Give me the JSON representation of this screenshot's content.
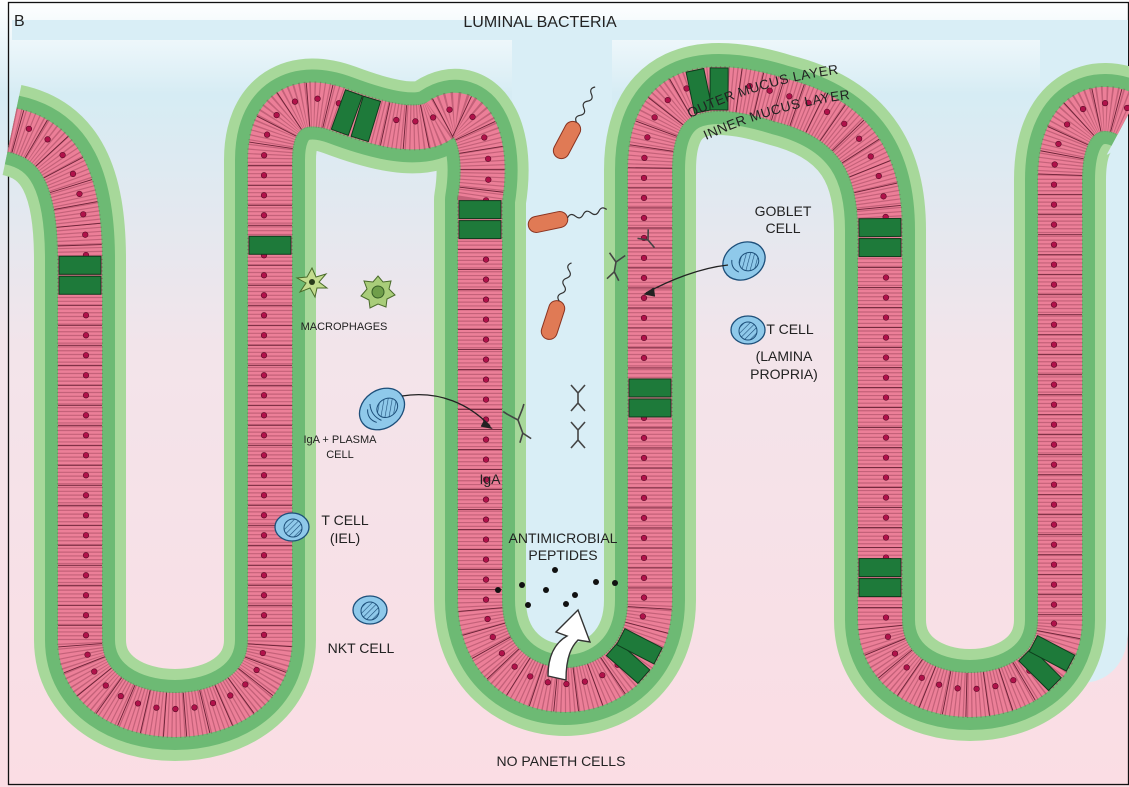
{
  "panel_letter": "B",
  "labels": {
    "luminal_bacteria": "LUMINAL BACTERIA",
    "outer_mucus_layer": "OUTER MUCUS LAYER",
    "inner_mucus_layer": "INNER MUCUS LAYER",
    "goblet_cell_line1": "GOBLET",
    "goblet_cell_line2": "CELL",
    "macrophages": "MACROPHAGES",
    "t_cell_lp_line1": "T CELL",
    "t_cell_lp_line2": "(LAMINA",
    "t_cell_lp_line3": "PROPRIA)",
    "iga_plasma_line1": "IgA + PLASMA",
    "iga_plasma_line2": "CELL",
    "iga": "IgA",
    "t_cell_iel_line1": "T CELL",
    "t_cell_iel_line2": "(IEL)",
    "antimicrobial_line1": "ANTIMICROBIAL",
    "antimicrobial_line2": "PEPTIDES",
    "nkt_cell": "NKT CELL",
    "no_paneth_cells": "NO PANETH CELLS"
  },
  "colors": {
    "lumen": "#d4ecf5",
    "tissue": "#fbe1e6",
    "outer_mucus": "#a7d89a",
    "inner_mucus": "#6dba74",
    "epithelial_cell": "#ec7f98",
    "goblet_cell": "#1e7a3a",
    "nucleus": "#b0124a",
    "lymphocyte": "#8fc9ea",
    "bacteria": "#e07a55"
  }
}
